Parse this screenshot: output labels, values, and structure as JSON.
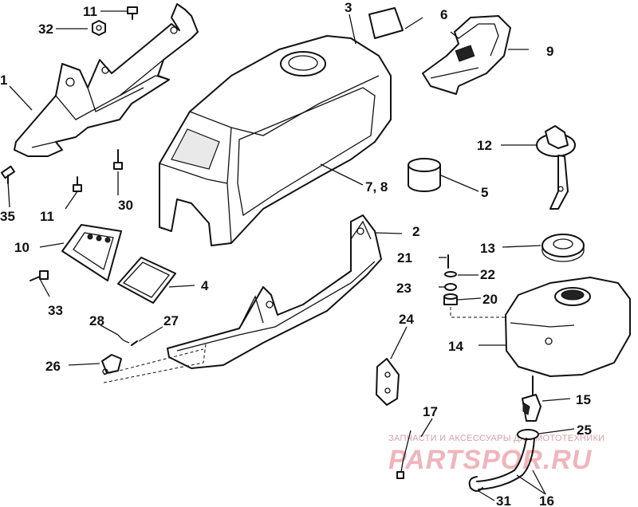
{
  "labels": {
    "l1": "1",
    "l2": "2",
    "l3": "3",
    "l4": "4",
    "l5": "5",
    "l6": "6",
    "l78": "7, 8",
    "l9": "9",
    "l10": "10",
    "l11a": "11",
    "l11b": "11",
    "l12": "12",
    "l13": "13",
    "l14": "14",
    "l15": "15",
    "l16": "16",
    "l17": "17",
    "l20": "20",
    "l21": "21",
    "l22": "22",
    "l23": "23",
    "l24": "24",
    "l25": "25",
    "l26": "26",
    "l27": "27",
    "l28": "28",
    "l30": "30",
    "l31": "31",
    "l32": "32",
    "l33": "33",
    "l35": "35"
  },
  "watermark": {
    "caption": "ЗАПЧАСТИ И АКСЕССУАРЫ ДЛЯ МОТОТЕХНИКИ",
    "brand": "PARTSPOR.RU"
  },
  "colors": {
    "line": "#111111",
    "watermark": "#f0b5bb"
  }
}
